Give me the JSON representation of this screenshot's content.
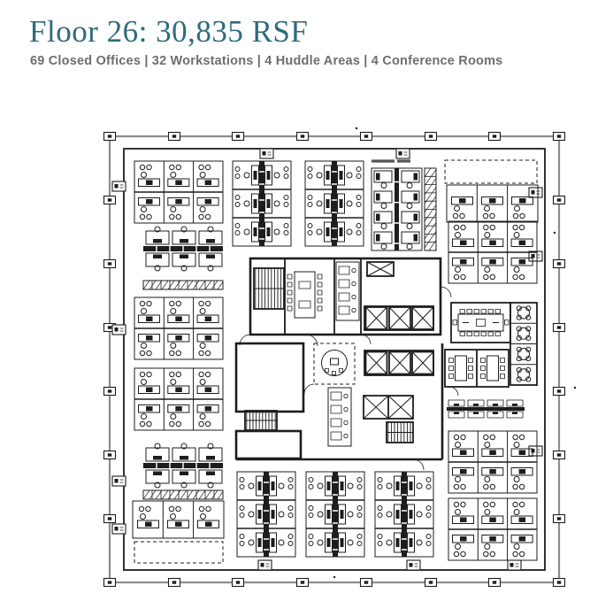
{
  "header": {
    "title": "Floor 26: 30,835 RSF",
    "subtitle": "69 Closed Offices | 32 Workstations | 4 Huddle Areas | 4 Conference Rooms"
  },
  "plan": {
    "floor_label": "Floor 26",
    "rsf": "30,835",
    "stats": {
      "closed_offices": "69",
      "workstations": "32",
      "huddle_areas": "4",
      "conference_rooms": "4"
    }
  },
  "colors": {
    "title": "#2e6b7b",
    "subtitle": "#6d6e71",
    "plan_line": "#1d1d1d",
    "grid_line": "#8d8d8d",
    "background": "#ffffff"
  }
}
